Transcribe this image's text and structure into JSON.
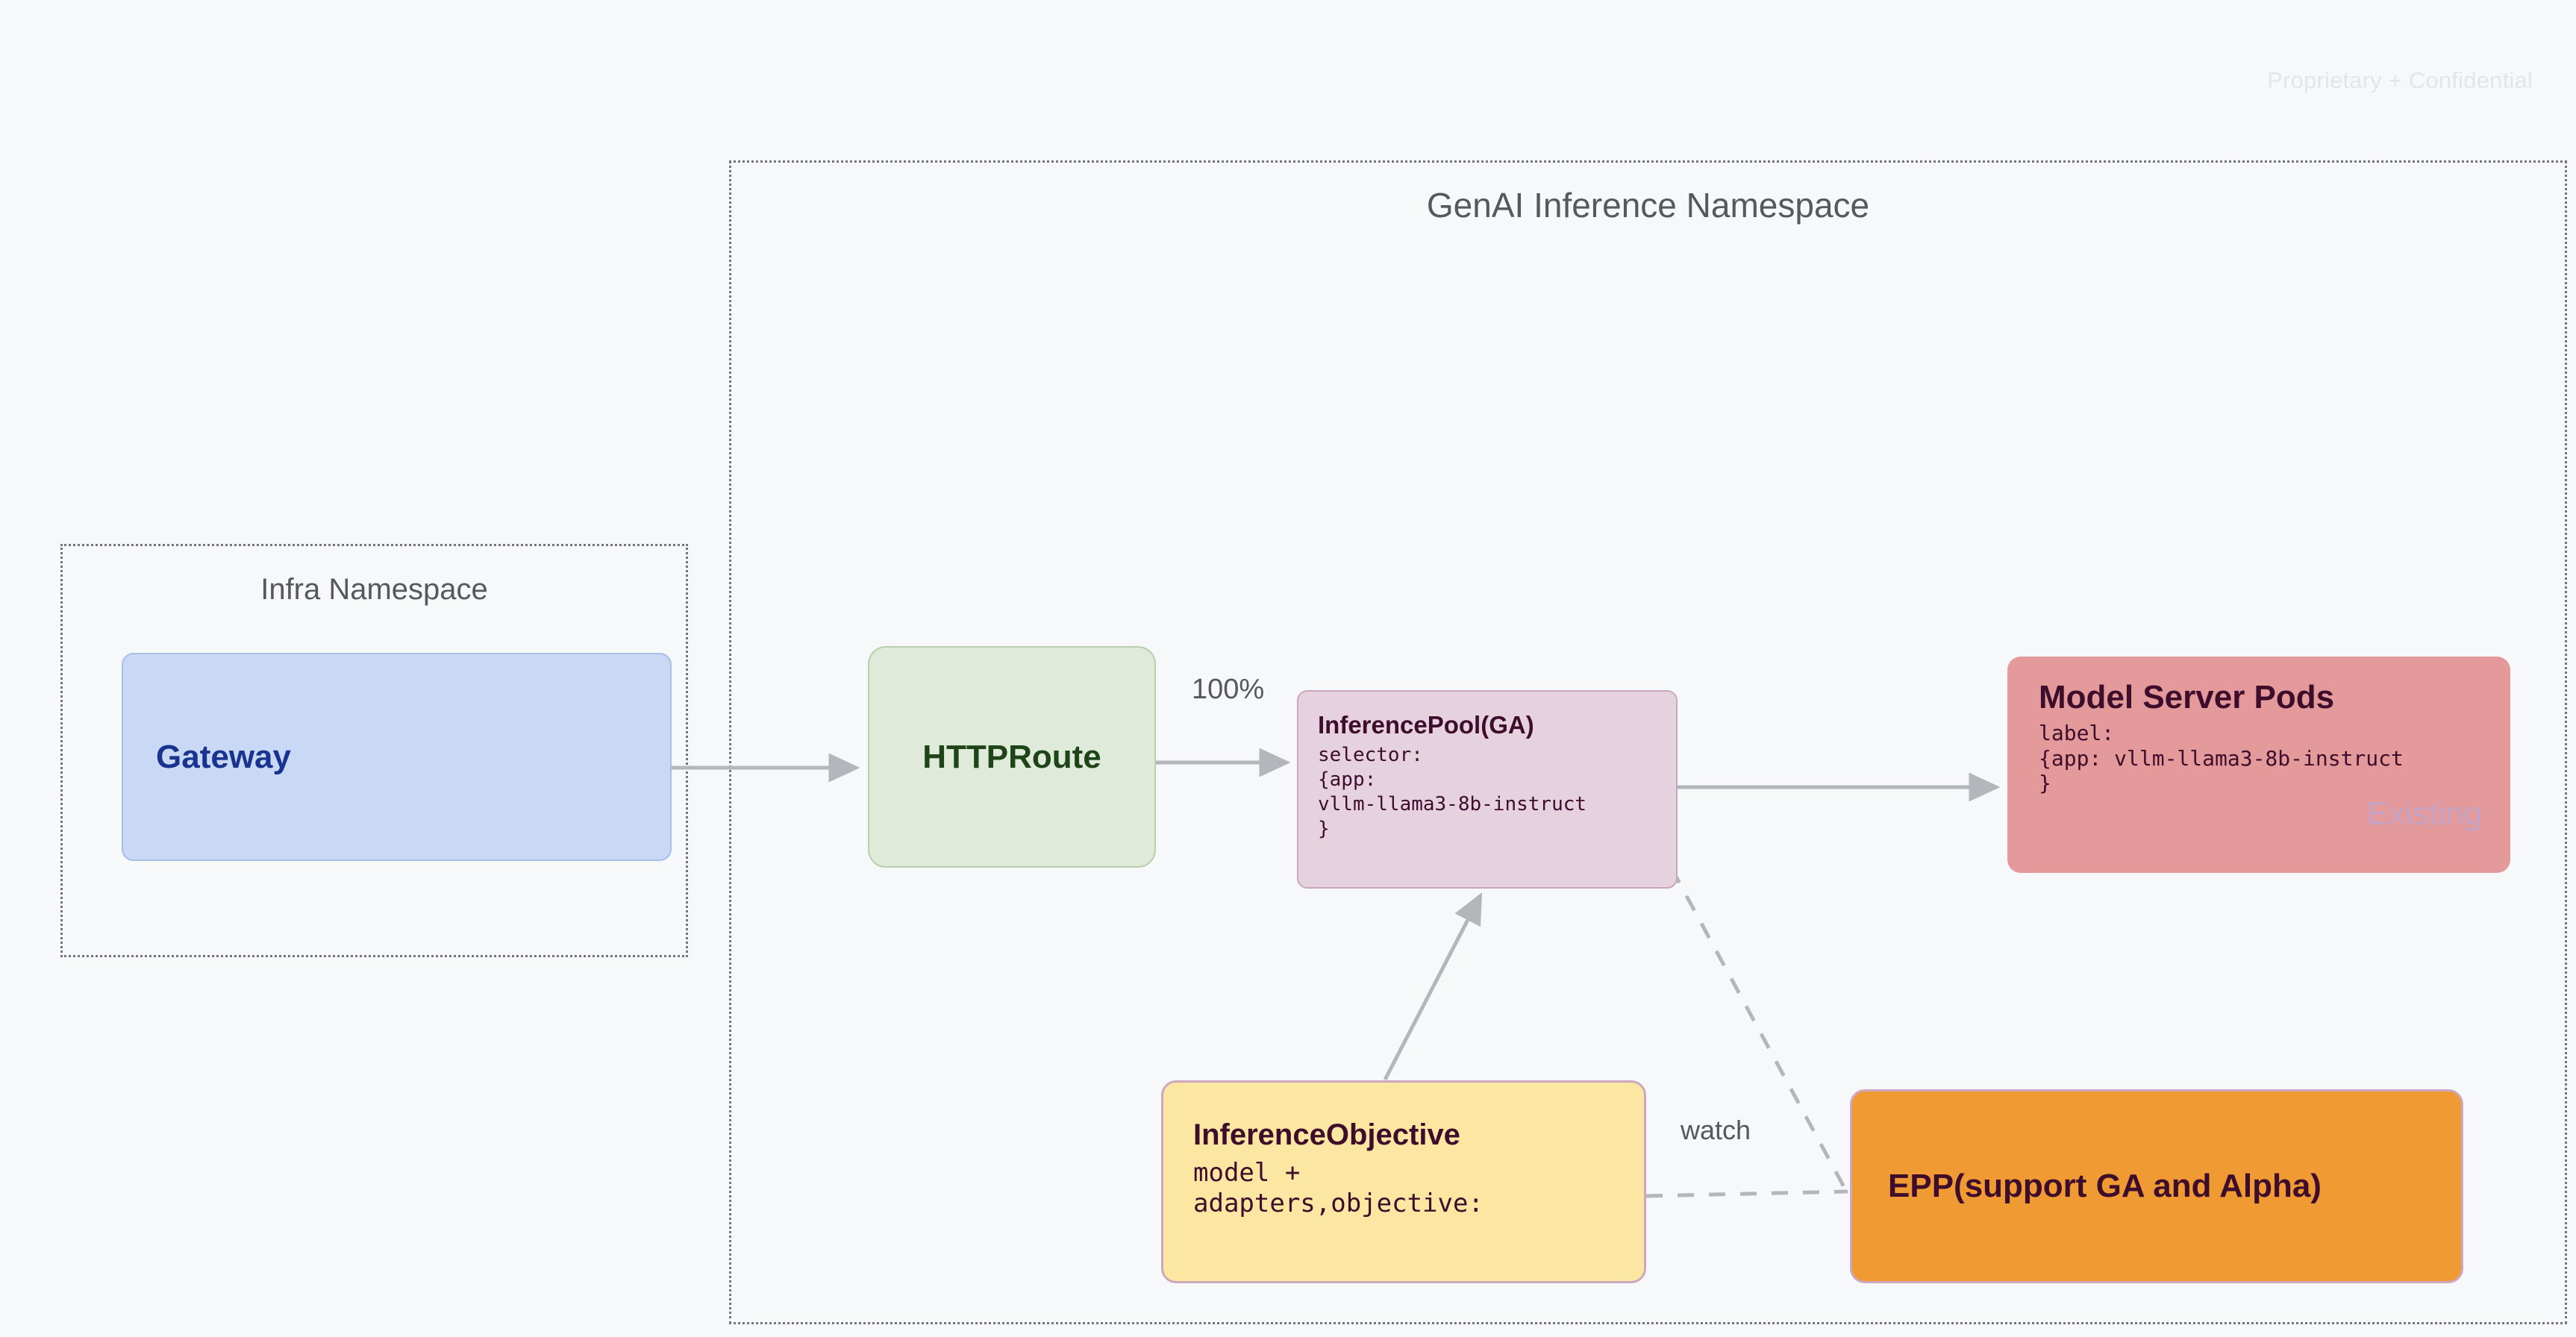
{
  "page": {
    "confidential_notice": "Proprietary + Confidential",
    "background_color": "#f7f8fa"
  },
  "namespaces": [
    {
      "id": "genai",
      "title": "GenAI Inference Namespace",
      "border_style": "dotted",
      "border_color": "#72767c"
    },
    {
      "id": "infra",
      "title": "Infra Namespace",
      "border_style": "dotted",
      "border_color": "#72767c"
    }
  ],
  "nodes": {
    "gateway": {
      "title": "Gateway",
      "fill": "#c9d8f5",
      "text_color": "#18348e"
    },
    "httproute": {
      "title": "HTTPRoute",
      "fill": "#dfeada",
      "text_color": "#1e4517"
    },
    "inferencepool": {
      "title": "InferencePool(GA)",
      "code": "selector:\n{app:\nvllm-llama3-8b-instruct\n}",
      "fill": "#e6d2de",
      "text_color": "#3d0d2b"
    },
    "modelserver": {
      "title": "Model Server Pods",
      "code": "label:\n{app: vllm-llama3-8b-instruct\n}",
      "badge": "Existing",
      "fill": "#e49a9a",
      "text_color": "#3d0d2b",
      "badge_color": "#c3a3c6"
    },
    "inferenceobjective": {
      "title": "InferenceObjective",
      "code": "model +\nadapters,objective:",
      "fill": "#fbe6a2",
      "text_color": "#3d0d2b"
    },
    "epp": {
      "title": "EPP(support GA and Alpha)",
      "fill": "#f09a33",
      "text_color": "#3d0d2b"
    }
  },
  "edges": [
    {
      "id": "gateway-to-httproute",
      "from": "gateway",
      "to": "httproute",
      "label": "",
      "style": "solid",
      "arrow": true
    },
    {
      "id": "httproute-to-inferencepool",
      "from": "httproute",
      "to": "inferencepool",
      "label": "100%",
      "style": "solid",
      "arrow": true
    },
    {
      "id": "inferencepool-to-modelserver",
      "from": "inferencepool",
      "to": "modelserver",
      "label": "",
      "style": "solid",
      "arrow": true
    },
    {
      "id": "inferenceobjective-to-inferencepool",
      "from": "inferenceobjective",
      "to": "inferencepool",
      "label": "",
      "style": "solid",
      "arrow": true
    },
    {
      "id": "inferencepool-to-epp",
      "from": "inferencepool",
      "to": "epp",
      "label": "",
      "style": "dashed",
      "arrow": false
    },
    {
      "id": "inferenceobjective-to-epp",
      "from": "inferenceobjective",
      "to": "epp",
      "label": "watch",
      "style": "dashed",
      "arrow": false
    }
  ],
  "edge_labels": {
    "traffic_weight": "100%",
    "watch": "watch"
  },
  "colors": {
    "connector": "#b3b6ba",
    "namespace_border": "#72767c",
    "namespace_title": "#55585c",
    "watermark": "#e3e5e8"
  }
}
